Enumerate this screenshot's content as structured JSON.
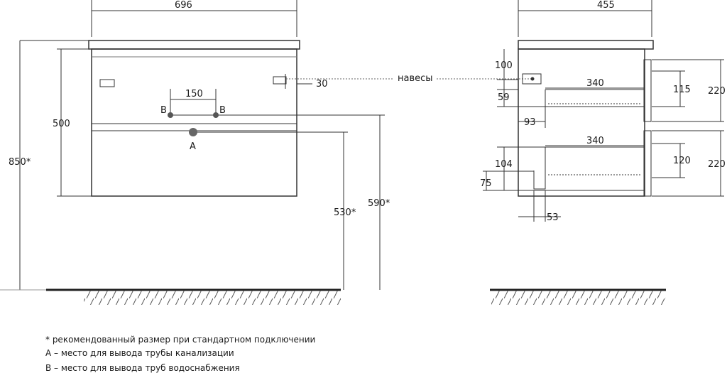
{
  "front": {
    "width": "696",
    "height_total": "850*",
    "height_body": "500",
    "pipe_spacing": "150",
    "hinge_offset": "30",
    "label_b": "B",
    "label_a": "A",
    "height_a": "530*",
    "height_b": "590*"
  },
  "side": {
    "depth": "455",
    "hinge_label": "навесы",
    "d_100": "100",
    "d_59": "59",
    "d_93": "93",
    "d_104": "104",
    "d_75": "75",
    "d_53": "53",
    "shelf_top_w": "340",
    "shelf_bot_w": "340",
    "d_115": "115",
    "d_120": "120",
    "d_220_top": "220",
    "d_220_bot": "220"
  },
  "notes": {
    "n1": "* рекомендованный размер при стандартном подключении",
    "n2": "А – место для вывода трубы канализации",
    "n3": "В – место для вывода труб водоснабжения"
  }
}
